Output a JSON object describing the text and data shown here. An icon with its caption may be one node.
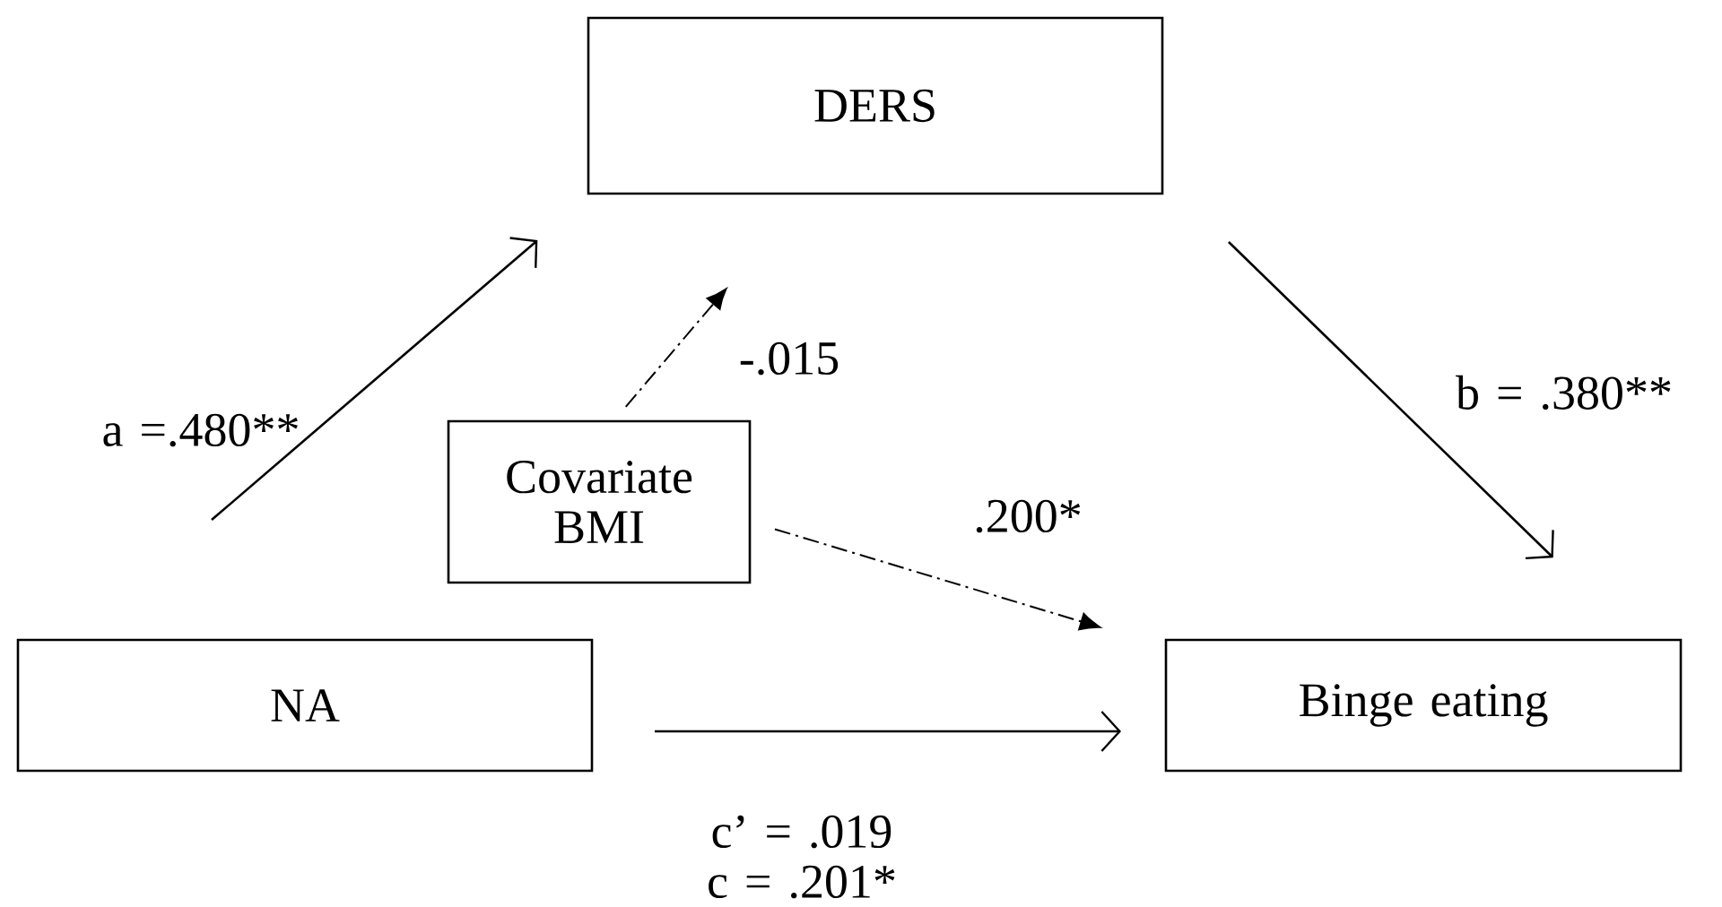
{
  "diagram": {
    "nodes": [
      {
        "text": [
          "DERS"
        ]
      },
      {
        "text": [
          "Covariate BMI"
        ]
      },
      {
        "text": [
          "NA"
        ]
      },
      {
        "text": [
          "Binge eating"
        ]
      }
    ],
    "edges": [
      {
        "from": 2,
        "to": 0,
        "arrow": "to",
        "label": "a =.480**"
      },
      {
        "from": 0,
        "to": 3,
        "arrow": "to",
        "label": "b = .380**"
      },
      {
        "from": 1,
        "to": 0,
        "arrow": "to",
        "label": "-.015",
        "style": "dashed"
      },
      {
        "from": 1,
        "to": 3,
        "arrow": "to",
        "label": ".200*",
        "style": "dashed"
      },
      {
        "from": 2,
        "to": 3,
        "arrow": "to",
        "label": "c’ = .019 c = .201*"
      }
    ]
  }
}
